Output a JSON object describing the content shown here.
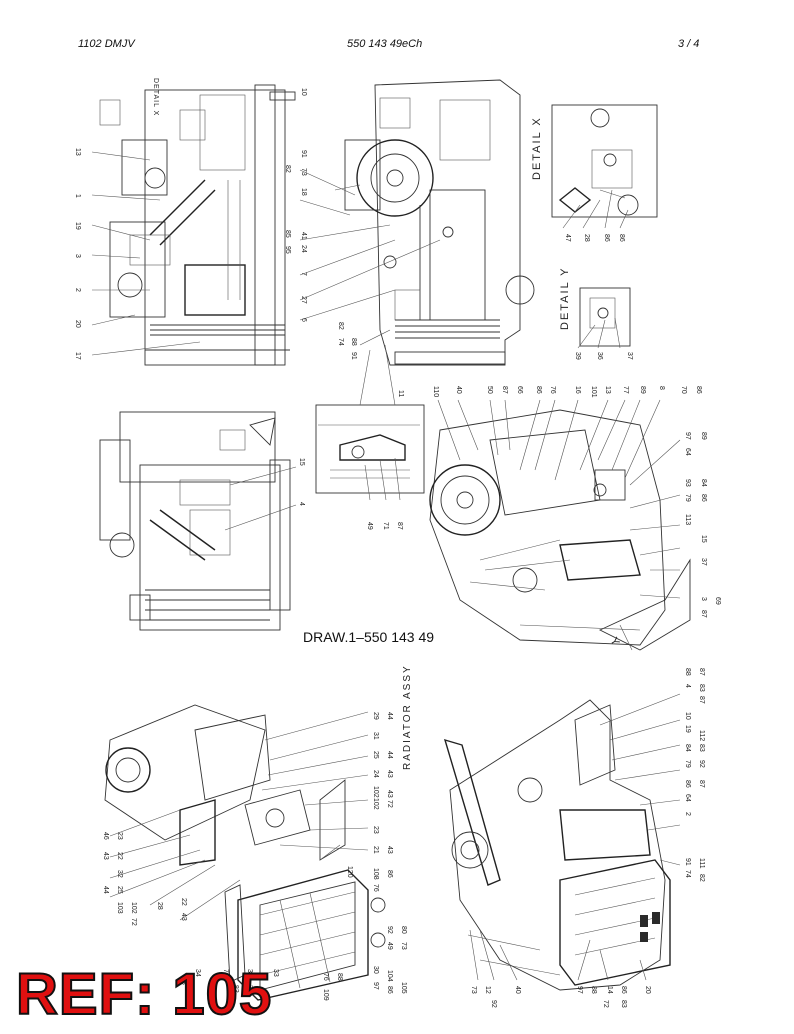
{
  "header": {
    "left": "1102 DMJV",
    "center": "550 143 49eCh",
    "page": "3 /   4"
  },
  "drawing_label": "DRAW.1–550 143 49",
  "detail_x_label": "DETAIL X",
  "detail_y_label": "DETAIL Y",
  "detail_x_small_label": "DETAIL X",
  "radiator_label": "RADIATOR ASSY",
  "ref_stamp": "REF: 105",
  "callouts": {
    "view1": [
      "10",
      "13",
      "1",
      "19",
      "3",
      "2",
      "20",
      "17"
    ],
    "view1_mid": [
      "82",
      "73",
      "91",
      "18",
      "85",
      "95",
      "24",
      "41",
      "7",
      "27",
      "6",
      "74",
      "82",
      "88",
      "91"
    ],
    "detail_x_nums": [
      "47",
      "28",
      "86",
      "86"
    ],
    "detail_y_nums": [
      "39",
      "36",
      "37"
    ],
    "view3": [
      "15",
      "4"
    ],
    "inset": [
      "11",
      "49",
      "71",
      "87"
    ],
    "view4": [
      "110",
      "40",
      "50",
      "87",
      "66",
      "86",
      "76",
      "16",
      "101",
      "13",
      "77",
      "89",
      "8",
      "70",
      "86",
      "97",
      "89",
      "64",
      "93",
      "84",
      "79",
      "86",
      "113",
      "15",
      "37",
      "3",
      "87",
      "69",
      "Y"
    ],
    "view5": [
      "29",
      "44",
      "31",
      "25",
      "44",
      "24",
      "43",
      "102",
      "102",
      "72",
      "43",
      "23",
      "21",
      "43",
      "46",
      "23",
      "43",
      "22",
      "32",
      "44",
      "25",
      "103",
      "102",
      "72",
      "28",
      "43",
      "22",
      "120",
      "108",
      "76",
      "86",
      "92",
      "49",
      "80",
      "73",
      "88",
      "34",
      "73",
      "31",
      "33",
      "83",
      "31",
      "76",
      "109",
      "88",
      "97",
      "30",
      "104",
      "86",
      "105"
    ],
    "view6": [
      "88",
      "87",
      "4",
      "83",
      "87",
      "10",
      "19",
      "112",
      "84",
      "83",
      "79",
      "92",
      "86",
      "87",
      "64",
      "2",
      "91",
      "74",
      "111",
      "82",
      "73",
      "12",
      "92",
      "40",
      "97",
      "88",
      "72",
      "14",
      "83",
      "86",
      "20"
    ]
  }
}
